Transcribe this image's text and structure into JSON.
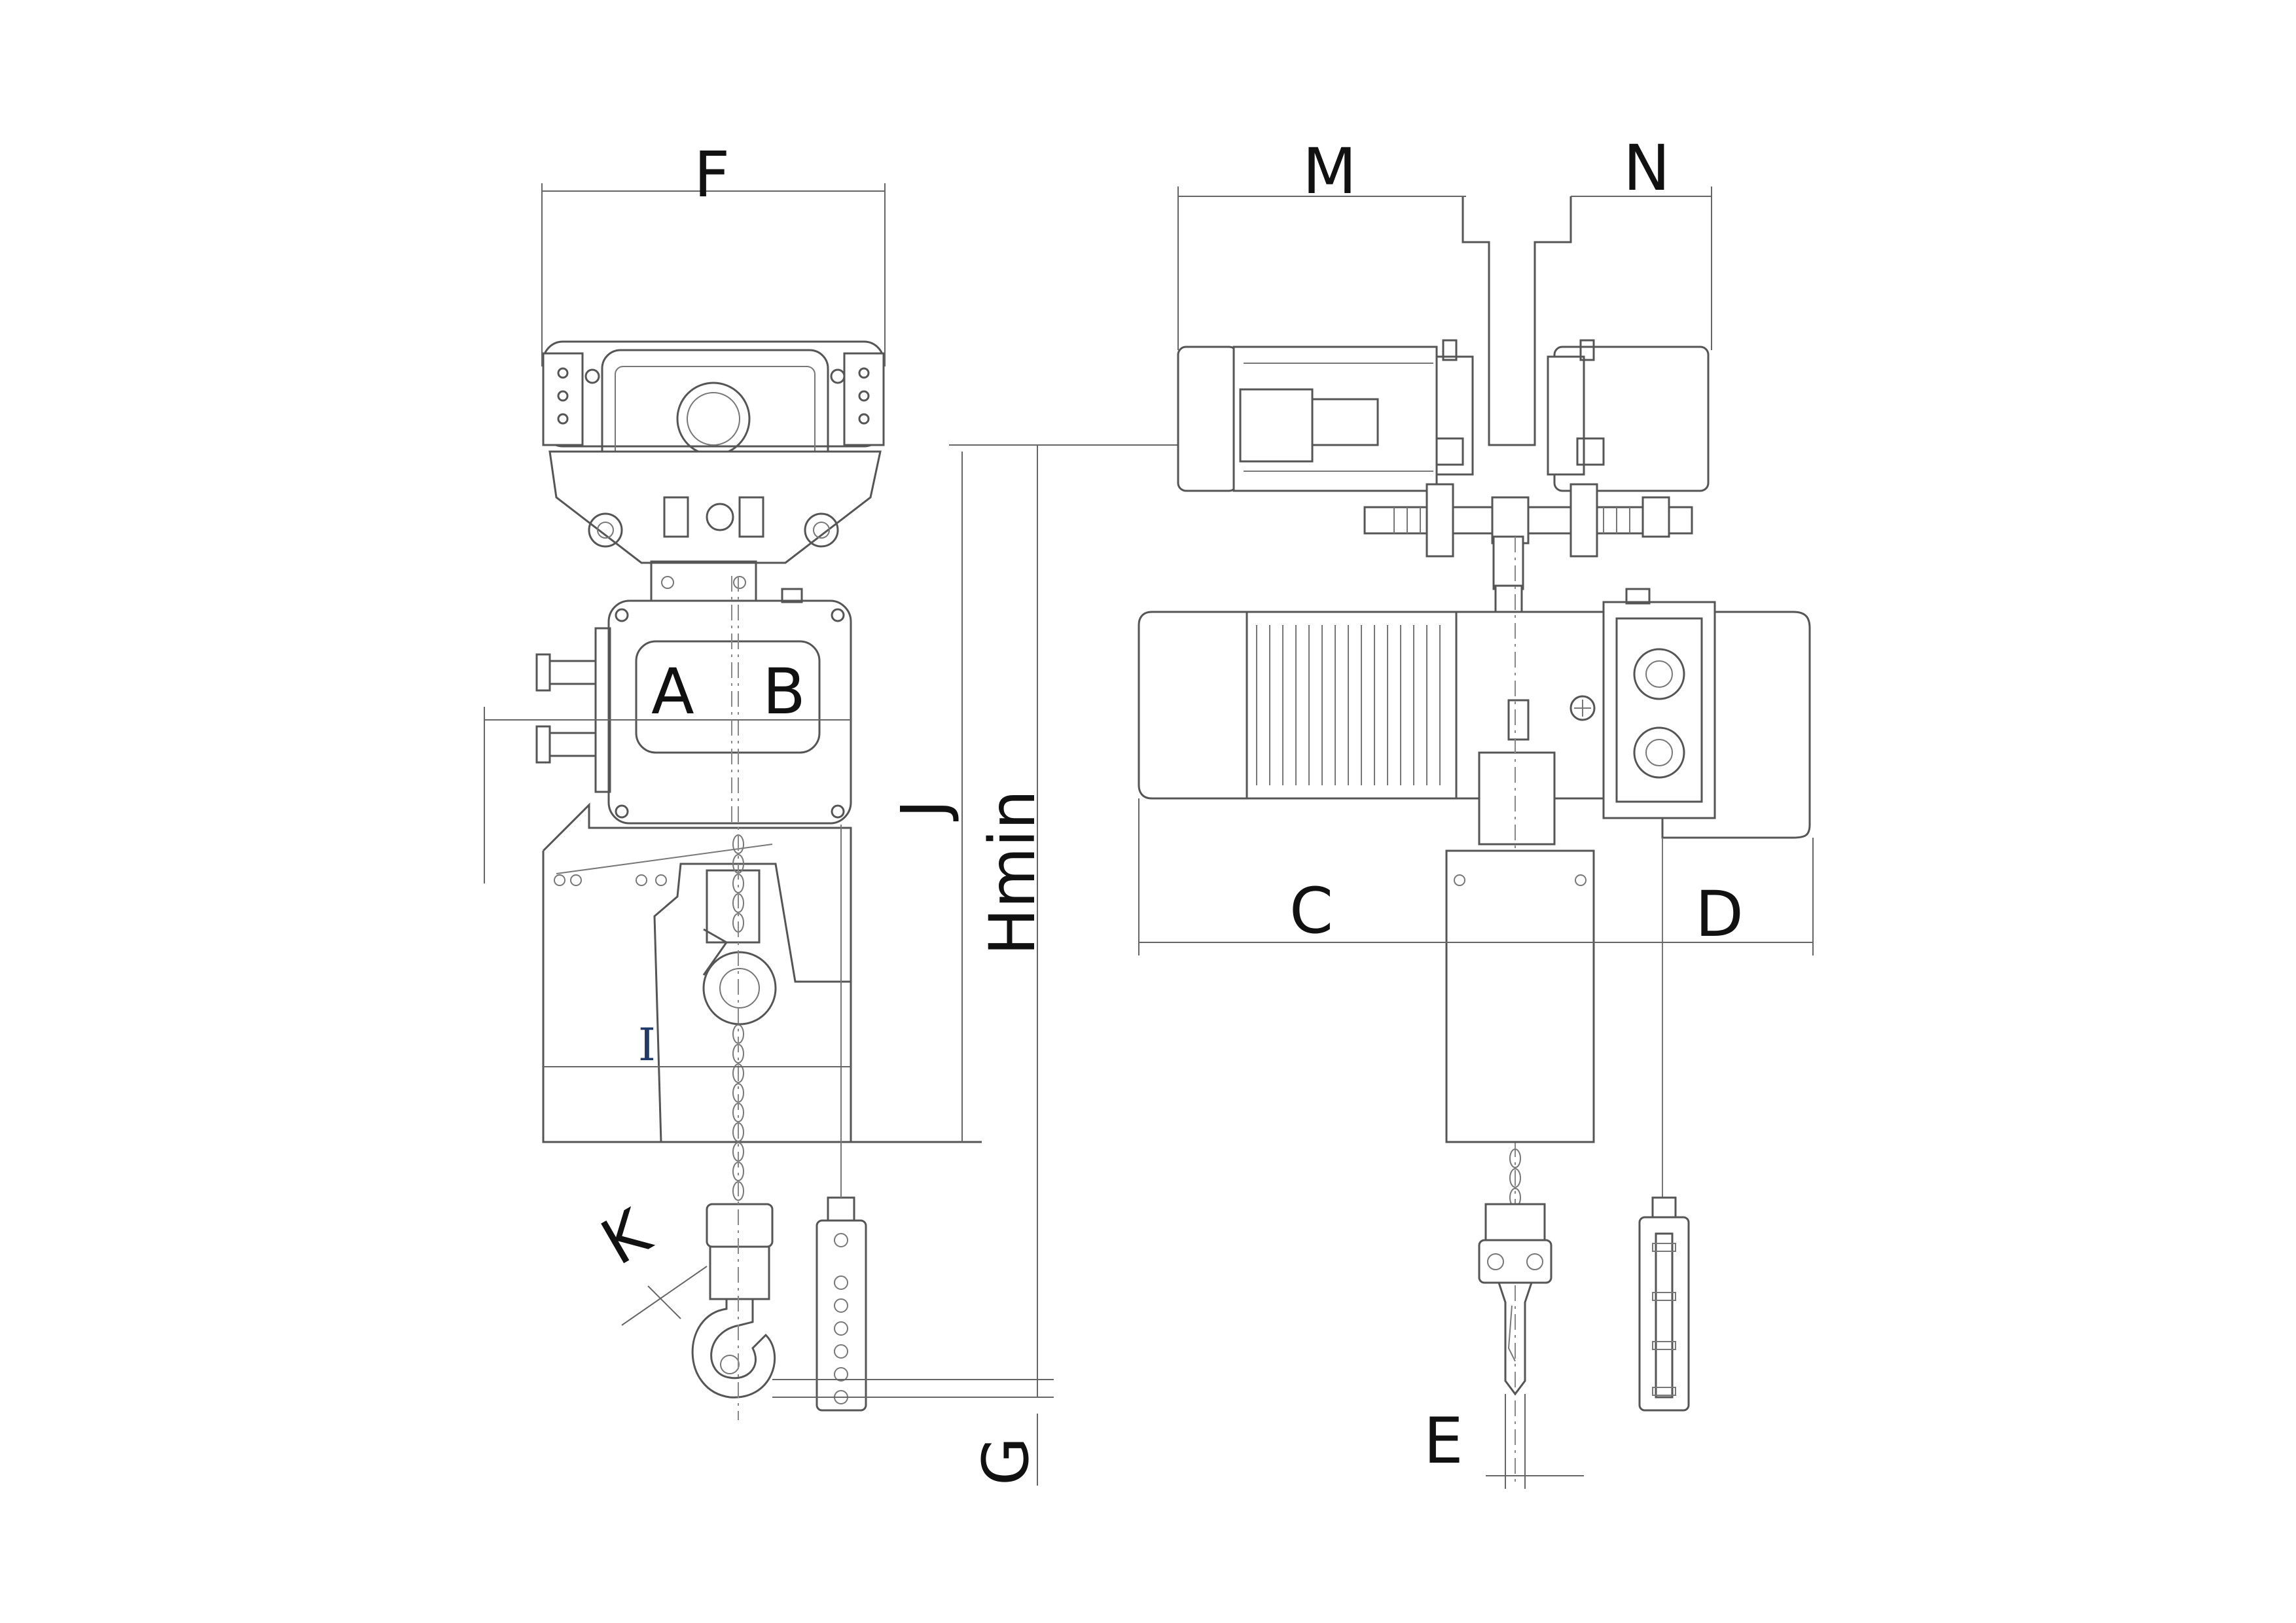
{
  "labels": {
    "F": "F",
    "M": "M",
    "N": "N",
    "A": "A",
    "B": "B",
    "J": "J",
    "Hmin": "Hmin",
    "C": "C",
    "D": "D",
    "I": "I",
    "K": "K",
    "G": "G",
    "E": "E"
  }
}
